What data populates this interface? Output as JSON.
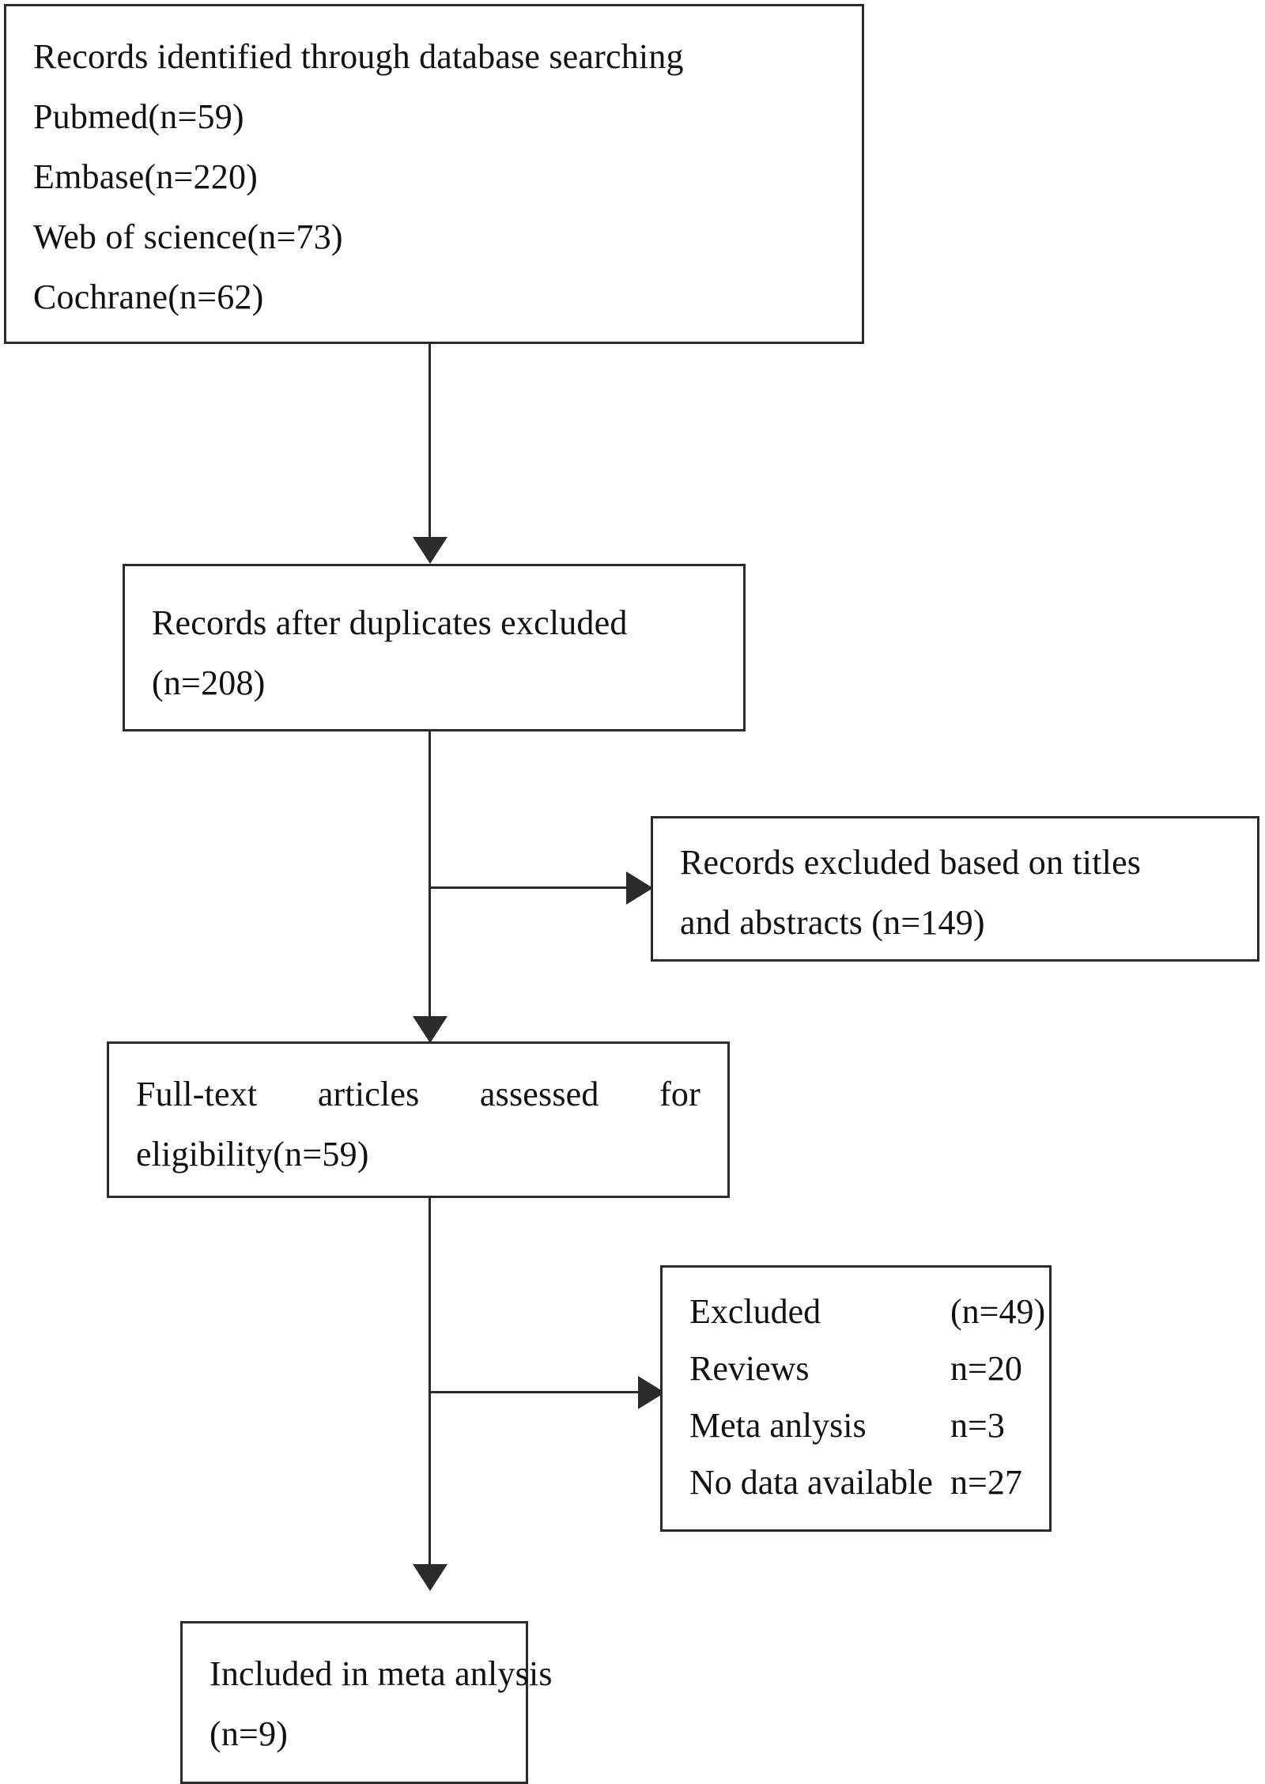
{
  "diagram": {
    "title": "PRISMA study selection flow diagram",
    "line_color": "#2b2b2b",
    "background": "#ffffff",
    "boxes": {
      "identification": {
        "name": "records-identified-box",
        "lines": [
          "Records identified through database searching",
          "Pubmed(n=59)",
          "Embase(n=220)",
          "Web of science(n=73)",
          "Cochrane(n=62)"
        ],
        "counts": {
          "Pubmed": 59,
          "Embase": 220,
          "Web of science": 73,
          "Cochrane": 62
        }
      },
      "duplicates": {
        "name": "records-after-duplicates-box",
        "lines": [
          "Records after duplicates excluded",
          "(n=208)"
        ],
        "count": 208
      },
      "excluded_titles": {
        "name": "records-excluded-titles-box",
        "lines": [
          "Records excluded based on titles",
          "and abstracts (n=149)"
        ],
        "count": 149
      },
      "fulltext": {
        "name": "fulltext-assessed-box",
        "lines": [
          "Full-text articles assessed for",
          "eligibility(n=59)"
        ],
        "count": 59
      },
      "excluded_reasons": {
        "name": "excluded-reasons-box",
        "rows": [
          {
            "label": "Excluded",
            "value": "(n=49)"
          },
          {
            "label": "Reviews",
            "value": "n=20"
          },
          {
            "label": "Meta anlysis",
            "value": "n=3"
          },
          {
            "label": "No data available",
            "value": "n=27"
          }
        ],
        "total_excluded": 49
      },
      "included": {
        "name": "included-in-meta-analysis-box",
        "lines": [
          "Included in meta anlysis",
          "(n=9)"
        ],
        "count": 9
      }
    }
  }
}
